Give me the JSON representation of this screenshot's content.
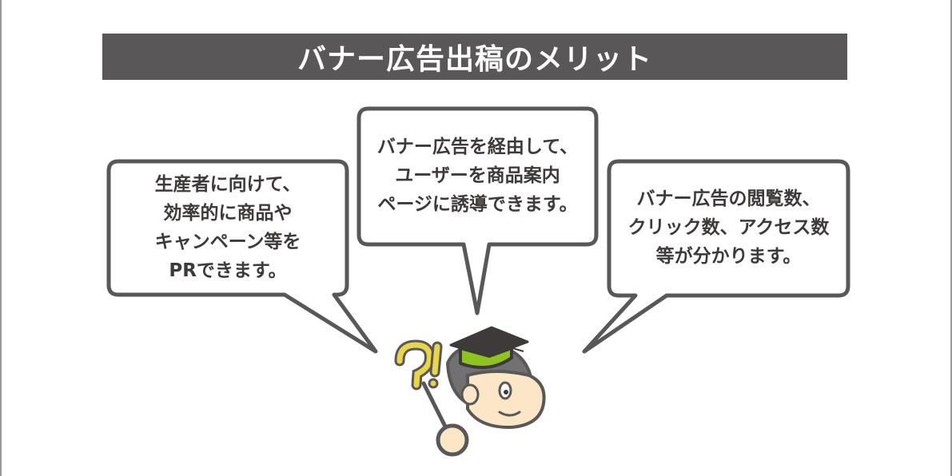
{
  "title": "バナー広告出稿のメリット",
  "bubbles": {
    "left": [
      "生産者に向けて、",
      "効率的に商品や",
      "キャンペーン等を",
      "PRできます。"
    ],
    "center": [
      "バナー広告を経由して、",
      "ユーザーを商品案内",
      "ページに誘導できます。"
    ],
    "right": [
      "バナー広告の閲覧数、",
      "クリック数、アクセス数",
      "等が分かります。"
    ]
  },
  "colors": {
    "banner": "#595757",
    "bubble_stroke": "#595757",
    "text": "#3e3a39",
    "cap_accent": "#8fc31f",
    "question_mark": "#e8d54a",
    "skin": "#fbe6c8",
    "hair": "#727171"
  },
  "icons": [
    "graduate-character-icon",
    "question-exclamation-icon",
    "graduation-cap-icon"
  ]
}
